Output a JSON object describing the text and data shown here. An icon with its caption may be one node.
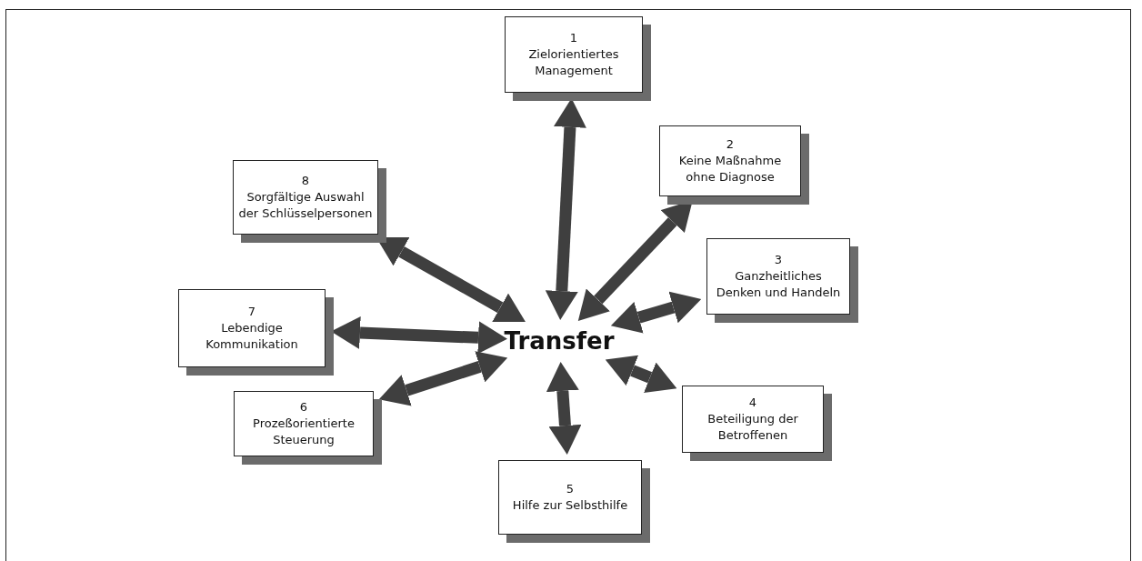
{
  "diagram": {
    "nodes": [
      {
        "text": [
          "Transfer"
        ]
      },
      {
        "text": [
          "1",
          "Zielorientiertes Management"
        ]
      },
      {
        "text": [
          "2",
          "Keine Maßnahme ohne Diagnose"
        ]
      },
      {
        "text": [
          "3",
          "Ganzheitliches Denken und Handeln"
        ]
      },
      {
        "text": [
          "4",
          "Beteiligung der Betroffenen"
        ]
      },
      {
        "text": [
          "5",
          "Hilfe zur Selbsthilfe"
        ]
      },
      {
        "text": [
          "6",
          "Prozeßorientierte Steuerung"
        ]
      },
      {
        "text": [
          "7",
          "Lebendige Kommunikation"
        ]
      },
      {
        "text": [
          "8",
          "Sorgfältige Auswahl der Schlüsselpersonen"
        ]
      }
    ],
    "edges": [
      {
        "from": 0,
        "to": 1,
        "arrow": "both"
      },
      {
        "from": 0,
        "to": 2,
        "arrow": "both"
      },
      {
        "from": 0,
        "to": 3,
        "arrow": "both"
      },
      {
        "from": 0,
        "to": 4,
        "arrow": "both"
      },
      {
        "from": 0,
        "to": 5,
        "arrow": "both"
      },
      {
        "from": 0,
        "to": 6,
        "arrow": "both"
      },
      {
        "from": 0,
        "to": 7,
        "arrow": "both"
      },
      {
        "from": 0,
        "to": 8,
        "arrow": "both"
      }
    ]
  }
}
